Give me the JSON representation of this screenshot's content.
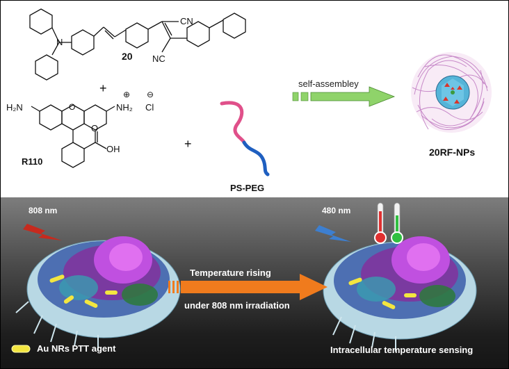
{
  "top": {
    "compound_id": "20",
    "cn_top": "CN",
    "cn_bottom": "NC",
    "plus_1": "+",
    "plus_2": "+",
    "h2n": "H₂N",
    "nh2": "NH₂",
    "charge_pos": "⊕",
    "charge_neg": "⊖",
    "cl": "Cl",
    "r110": "R110",
    "oh": "OH",
    "o": "O",
    "n": "N",
    "o_ring": "O",
    "arrow_label": "self-assembley",
    "ps_peg": "PS-PEG",
    "nps": "20RF-NPs"
  },
  "bottom": {
    "laser_808": "808 nm",
    "laser_480": "480 nm",
    "arrow_top": "Temperature  rising",
    "arrow_bottom": "under 808 nm irradiation",
    "legend": "Au NRs PTT agent",
    "sensing": "Intracellular temperature sensing"
  },
  "colors": {
    "green_arrow": "#8fd36a",
    "orange_arrow": "#f07b1d",
    "ps_pink": "#e0508a",
    "peg_blue": "#1f5fc0",
    "au_nr": "#f3e640"
  }
}
